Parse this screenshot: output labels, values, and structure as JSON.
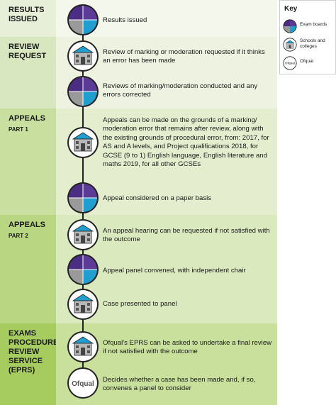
{
  "stages": [
    {
      "title": "RESULTS ISSUED",
      "sub": ""
    },
    {
      "title": "REVIEW REQUEST",
      "sub": ""
    },
    {
      "title": "APPEALS",
      "sub": "PART 1"
    },
    {
      "title": "APPEALS",
      "sub": "PART 2"
    },
    {
      "title": "EXAMS PROCEDURES REVIEW SERVICE (EPRS)",
      "sub": ""
    }
  ],
  "steps": [
    {
      "icon": "exam-boards",
      "text": "Results issued"
    },
    {
      "icon": "schools-and-colleges",
      "text": "Review of marking or moderation requested if it thinks an error has been made"
    },
    {
      "icon": "exam-boards",
      "text": "Reviews of marking/moderation conducted and any errors corrected"
    },
    {
      "icon": "schools-and-colleges",
      "text": "Appeals can be made on the grounds of a marking/ moderation error that remains after review, along with the existing grounds of procedural error, from: 2017, for AS and A levels, and Project qualifications 2018, for GCSE (9 to 1) English language, English literature and maths 2019, for all other GCSEs"
    },
    {
      "icon": "exam-boards",
      "text": "Appeal considered on a paper basis"
    },
    {
      "icon": "schools-and-colleges",
      "text": "An appeal hearing can be requested if not satisfied with the outcome"
    },
    {
      "icon": "exam-boards",
      "text": "Appeal panel convened, with independent chair"
    },
    {
      "icon": "schools-and-colleges",
      "text": "Case presented to panel"
    },
    {
      "icon": "schools-and-colleges",
      "text": "Ofqual's EPRS can be asked to undertake a final review if not satisfied with the outcome"
    },
    {
      "icon": "ofqual",
      "text": "Decides whether a case has been made and, if so, convenes a panel to consider"
    }
  ],
  "key": {
    "title": "Key",
    "items": [
      {
        "icon": "exam-boards",
        "label": "Exam boards"
      },
      {
        "icon": "schools-and-colleges",
        "label": "Schools and colleges"
      },
      {
        "icon": "ofqual",
        "label": "Ofqual"
      }
    ]
  },
  "ofqual_logo_text": "Ofqual",
  "colors": {
    "band1_label": "#e7efd8",
    "band1_main": "#f3f7ec",
    "band2_label": "#d9e7c0",
    "band2_main": "#edf3e0",
    "band3_label": "#c8df9f",
    "band3_main": "#e4eecf",
    "band4_label": "#b9d682",
    "band4_main": "#dbe9bf",
    "band5_label": "#a6cc5f",
    "band5_main": "#c8e09c",
    "purple": "#4b2e83",
    "teal": "#1f9ecf",
    "grey": "#9a9a9a",
    "light_grey": "#d8d8d8"
  }
}
